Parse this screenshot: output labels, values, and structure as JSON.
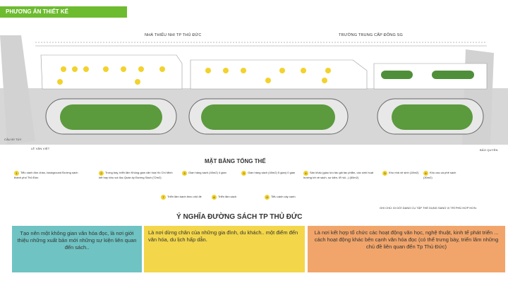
{
  "header": {
    "title": "PHƯƠNG ÁN THIẾT KẾ"
  },
  "site_labels": {
    "top_left": "NHÀ THIẾU NHI TP THỦ ĐỨC",
    "top_right": "TRƯỜNG TRUNG CẤP ĐÔNG SG",
    "left_street": "CẦU ĐÌ TÙY",
    "left_street2": "LÊ VĂN VIỆT",
    "right_street": "BẢO QUYỀN"
  },
  "legend": {
    "title": "MẶT BẰNG TỔNG THỂ",
    "items": [
      {
        "num": "1",
        "text": "Tiểu cảnh đón chào, background Đường sách thành phố Thủ Đức"
      },
      {
        "num": "2",
        "text": "Trưng bày, triển lãm Không gian văn hóa Hồ Chí Minh kết hợp khu vui đọc Quán ký Đường Sách (72m2)"
      },
      {
        "num": "3",
        "text": "Gian hàng sách (40m2) 4 gian"
      },
      {
        "num": "3",
        "text": "Gian hàng sách (40m2) 5 gian) 0 gian"
      },
      {
        "num": "4",
        "text": "Sân khấu (giao lưu tác giả tác phẩm, các sinh hoạt hướng tới về sách, sự kiện, lễ hội...) (60m2)"
      },
      {
        "num": "5",
        "text": "Khu nhà vệ sinh (18m2)"
      },
      {
        "num": "6",
        "text": "Khu cao cà phê sách (30m2)"
      },
      {
        "num": "7",
        "text": "Triển lãm tranh theo chủ đề"
      },
      {
        "num": "8",
        "text": "Triển lãm sách"
      },
      {
        "num": "9",
        "text": "Tiểu cảnh cây xanh"
      }
    ],
    "note": "GHI CHÚ: DI DỜI DẠNG CỤ TẬP THỂ DỤNG SANG VỊ TRÍ PHÙ HỢP HƠN."
  },
  "meaning": {
    "title": "Ý NGHĨA ĐƯỜNG SÁCH TP THỦ ĐỨC",
    "box1": "Tạo nên một không gian văn hóa đọc, là nơi giới thiệu những xuất bản mới những sự kiện liên quan đến sách..",
    "box2": "Là nơi dừng chân của những gia đình, du khách.. một điểm đến văn hóa, du lịch hấp dẫn.",
    "box3": "Là nơi kết hợp tổ chức các hoạt động văn học, nghệ thuật, kinh tế phát triển ... cách hoạt động khác bên cạnh văn hóa đọc (có thể trưng bày, triển lãm những chủ đề liên quan đến Tp Thủ Đức)"
  },
  "colors": {
    "accent": "#6dbb2f",
    "teal": "#6fc3c3",
    "yellow": "#f3d64a",
    "orange": "#f2a56a"
  }
}
